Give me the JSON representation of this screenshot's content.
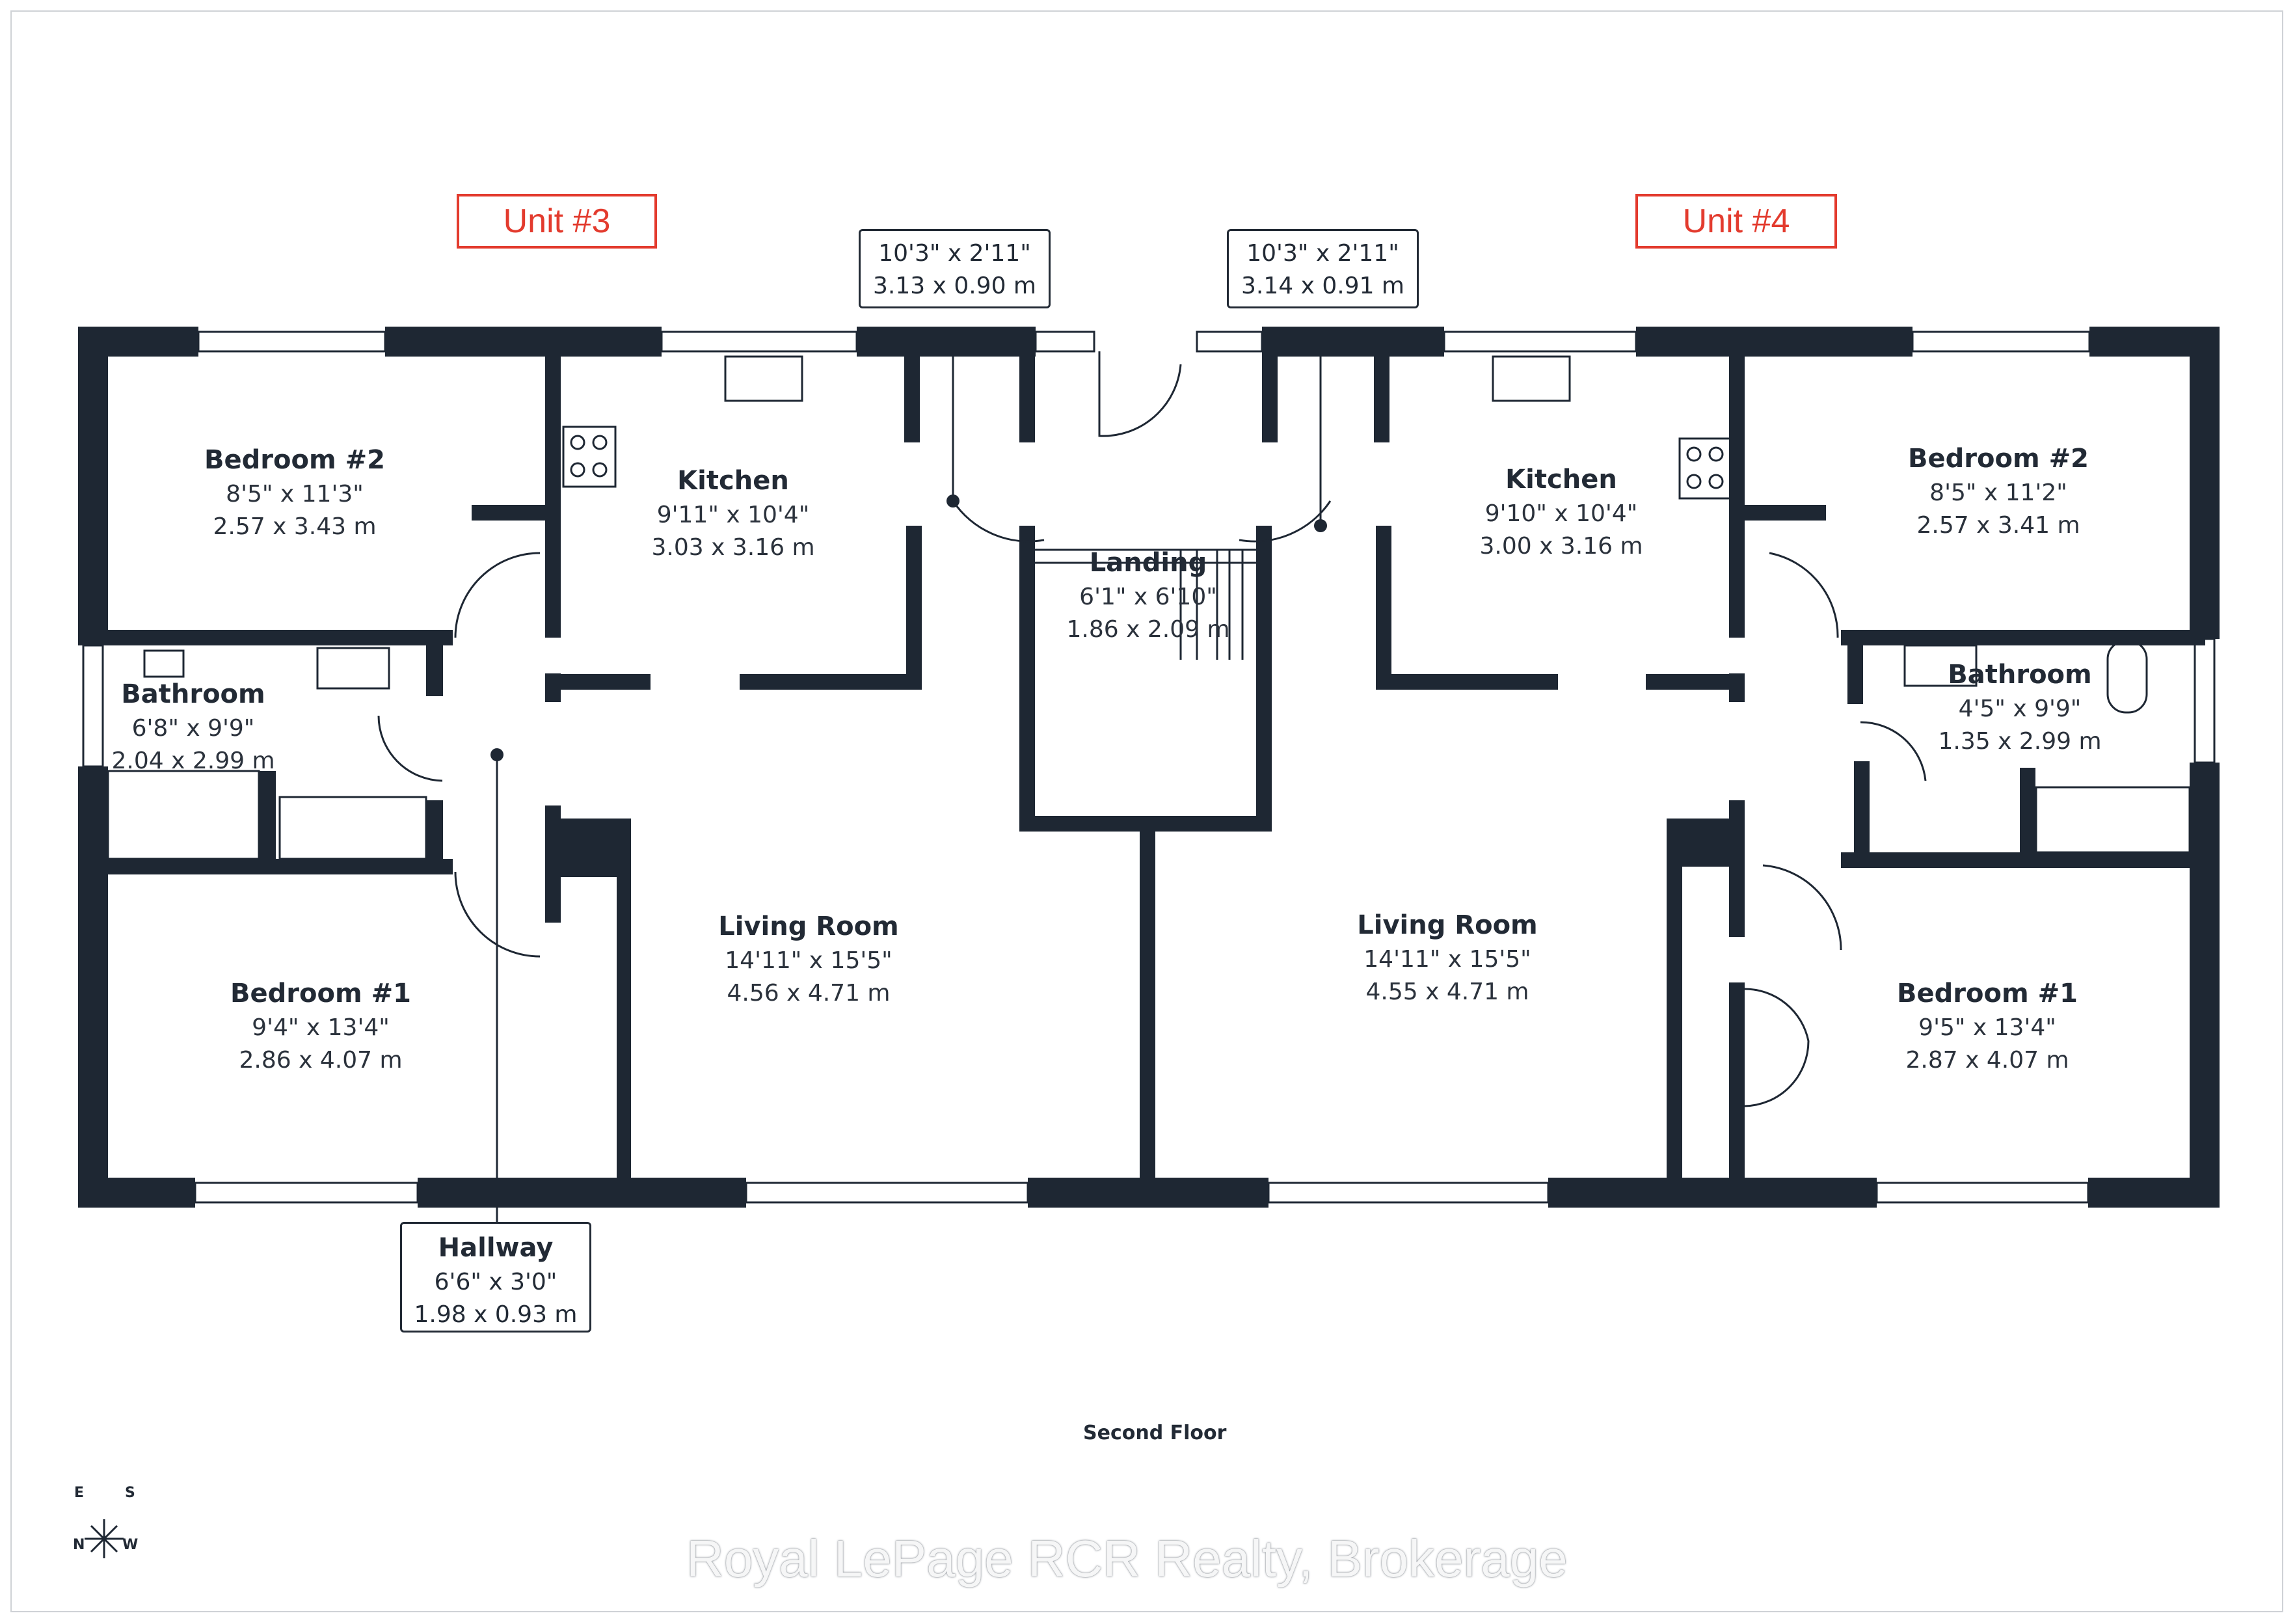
{
  "units": {
    "left": "Unit #3",
    "right": "Unit #4"
  },
  "floor_label": "Second Floor",
  "watermark": "Royal LePage RCR Realty, Brokerage",
  "compass": {
    "e": "E",
    "s": "S",
    "n": "N",
    "w": "W"
  },
  "balconies": [
    {
      "imperial": "10'3\" x 2'11\"",
      "metric": "3.13 x 0.90 m"
    },
    {
      "imperial": "10'3\" x 2'11\"",
      "metric": "3.14 x 0.91 m"
    }
  ],
  "hallway": {
    "name": "Hallway",
    "imperial": "6'6\" x 3'0\"",
    "metric": "1.98 x 0.93 m"
  },
  "rooms": {
    "u3_bed2": {
      "name": "Bedroom #2",
      "imperial": "8'5\" x 11'3\"",
      "metric": "2.57 x 3.43 m"
    },
    "u3_kitchen": {
      "name": "Kitchen",
      "imperial": "9'11\" x 10'4\"",
      "metric": "3.03 x 3.16 m"
    },
    "u3_bath": {
      "name": "Bathroom",
      "imperial": "6'8\" x 9'9\"",
      "metric": "2.04 x 2.99 m"
    },
    "u3_bed1": {
      "name": "Bedroom #1",
      "imperial": "9'4\" x 13'4\"",
      "metric": "2.86 x 4.07 m"
    },
    "u3_living": {
      "name": "Living Room",
      "imperial": "14'11\" x 15'5\"",
      "metric": "4.56 x 4.71 m"
    },
    "landing": {
      "name": "Landing",
      "imperial": "6'1\" x 6'10\"",
      "metric": "1.86 x 2.09 m"
    },
    "u4_kitchen": {
      "name": "Kitchen",
      "imperial": "9'10\" x 10'4\"",
      "metric": "3.00 x 3.16 m"
    },
    "u4_bed2": {
      "name": "Bedroom #2",
      "imperial": "8'5\" x 11'2\"",
      "metric": "2.57 x 3.41 m"
    },
    "u4_bath": {
      "name": "Bathroom",
      "imperial": "4'5\" x 9'9\"",
      "metric": "1.35 x 2.99 m"
    },
    "u4_living": {
      "name": "Living Room",
      "imperial": "14'11\" x 15'5\"",
      "metric": "4.55 x 4.71 m"
    },
    "u4_bed1": {
      "name": "Bedroom #1",
      "imperial": "9'5\" x 13'4\"",
      "metric": "2.87 x 4.07 m"
    }
  },
  "colors": {
    "wall": "#1e2733",
    "accent": "#e33b2e",
    "text": "#222a35"
  }
}
